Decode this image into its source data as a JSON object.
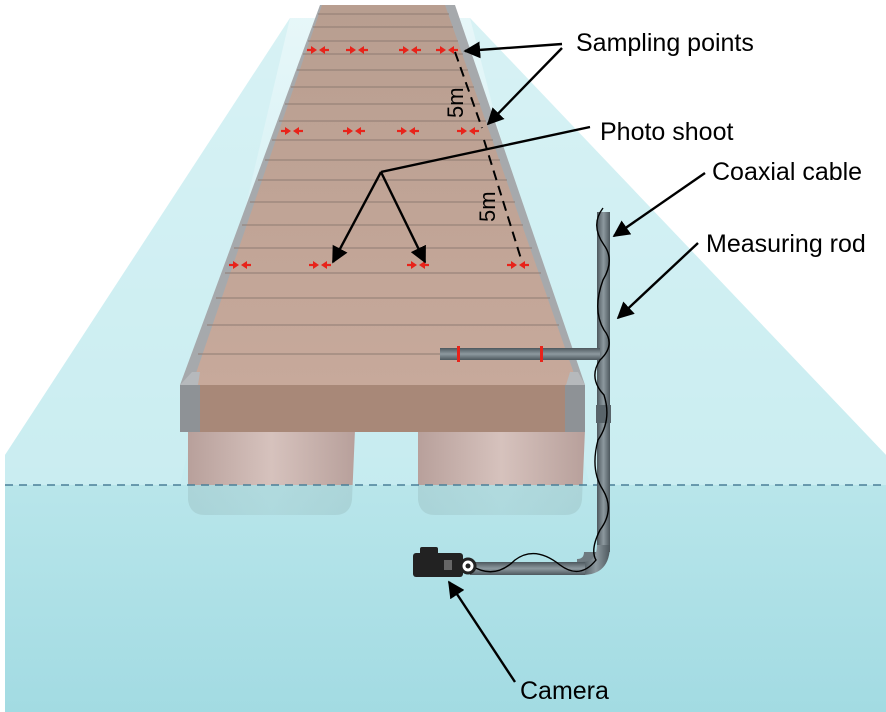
{
  "labels": {
    "sampling_points": "Sampling points",
    "photo_shoot": "Photo shoot",
    "coaxial_cable": "Coaxial cable",
    "measuring_rod": "Measuring rod",
    "camera": "Camera"
  },
  "distances": {
    "upper": "5m",
    "lower": "5m"
  },
  "colors": {
    "water": "#a6dde3",
    "deck": "#c6a89a",
    "deck_edge": "#a0a4a8",
    "float": "#c9b2ad",
    "rod": "#6e7a80",
    "marker": "#e8231a",
    "camera": "#222222"
  }
}
